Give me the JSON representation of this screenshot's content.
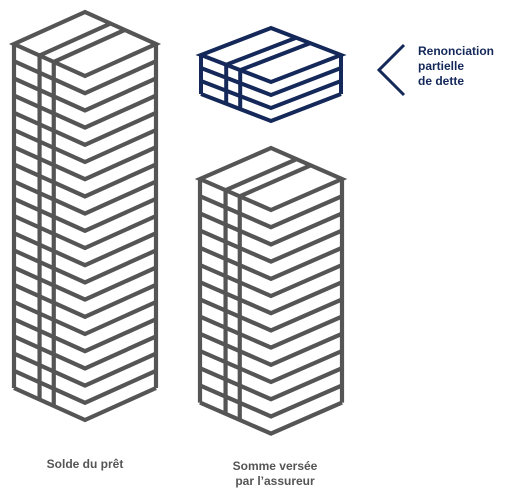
{
  "colors": {
    "stack_gray": "#555555",
    "stack_navy": "#14285a",
    "label_gray": "#555555",
    "label_navy": "#14285a"
  },
  "labels": {
    "loan_balance": "Solde du prêt",
    "insurer_paid_line1": "Somme versée",
    "insurer_paid_line2": "par l’assureur",
    "forgiveness_line1": "Renonciation",
    "forgiveness_line2": "partielle",
    "forgiveness_line3": "de dette"
  },
  "icons": {
    "bracket": "chevron-left-icon"
  }
}
